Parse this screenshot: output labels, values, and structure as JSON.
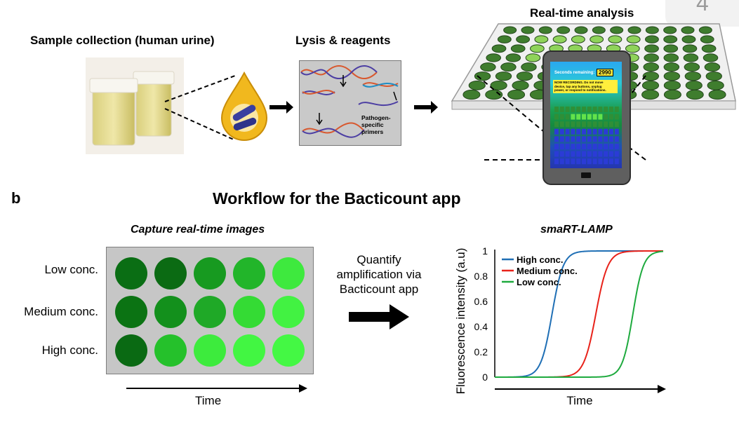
{
  "panel_a": {
    "step1_title": "Sample collection (human urine)",
    "step2_title": "Lysis & reagents",
    "step2_note": [
      "Pathogen-",
      "specific",
      "primers"
    ],
    "step3_title": "Real-time analysis",
    "phone_screen": {
      "seconds_label": "Seconds remaining:",
      "seconds_value": "2990",
      "warning_text": [
        "NOW RECORDING. Do not move",
        "device, tap any buttons, unplug",
        "power, or respond to notifications."
      ]
    }
  },
  "corner_page_number": "4",
  "panel_b": {
    "letter": "b",
    "title": "Workflow for the Bacticount app",
    "capture_title": "Capture real-time images",
    "row_labels": [
      "Low conc.",
      "Medium conc.",
      "High conc."
    ],
    "well_colors": [
      [
        "#0a6e14",
        "#0b6b13",
        "#179a20",
        "#22b52a",
        "#3ee93e"
      ],
      [
        "#0b7313",
        "#13901c",
        "#1fa927",
        "#34db34",
        "#42f242"
      ],
      [
        "#0a6a13",
        "#25c12b",
        "#3deb3d",
        "#42f642",
        "#44f844"
      ]
    ],
    "time_label": "Time",
    "arrow_text": [
      "Quantify",
      "amplification via",
      "Bacticount app"
    ]
  },
  "chart_data": {
    "type": "line",
    "title": "smaRT-LAMP",
    "xlabel": "Time",
    "ylabel": "Fluorescence intensity (a.u)",
    "ylim": [
      0,
      1
    ],
    "yticks": [
      "0",
      "0.2",
      "0.4",
      "0.6",
      "0.8",
      "1"
    ],
    "x_ticks_shown": false,
    "legend_position": "top-left",
    "series": [
      {
        "name": "High conc.",
        "color": "#1f6fb5",
        "midpoint": 0.34,
        "steepness": 30
      },
      {
        "name": "Medium conc.",
        "color": "#e8221a",
        "midpoint": 0.6,
        "steepness": 28
      },
      {
        "name": "Low conc.",
        "color": "#1eaa3e",
        "midpoint": 0.82,
        "steepness": 32
      }
    ]
  }
}
